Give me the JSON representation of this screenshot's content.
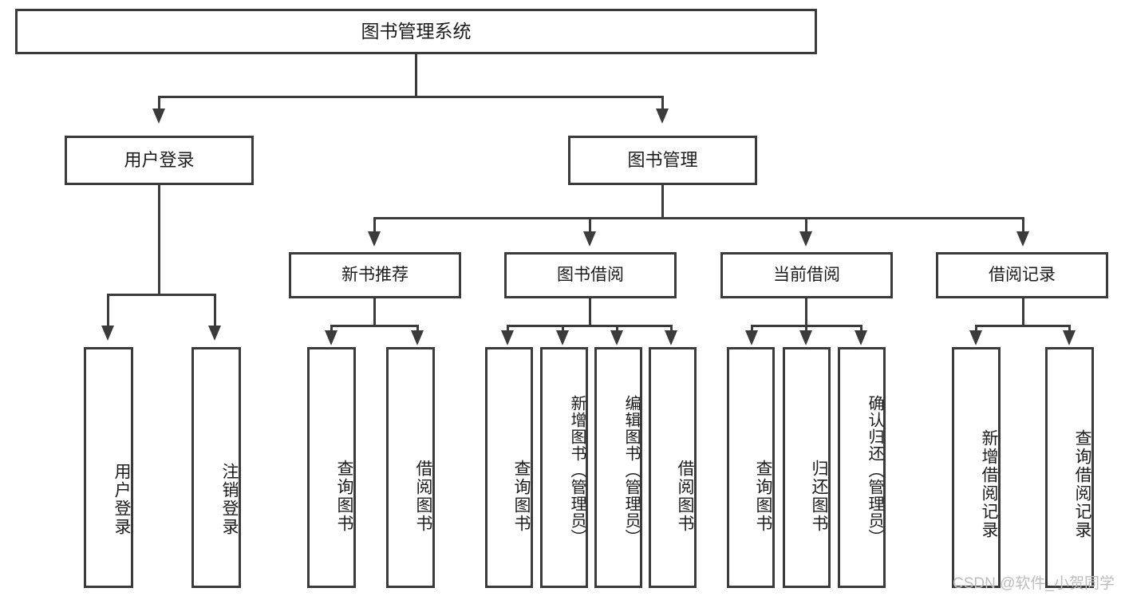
{
  "diagram": {
    "title": "图书管理系统",
    "type": "tree",
    "watermark": "CSDN @软件_小贺同学",
    "stroke_color": "#3b3b3b",
    "fill_color": "#ffffff",
    "text_color": "#1c1c1c",
    "watermark_color": "#bdbdbd"
  },
  "root": {
    "label": "图书管理系统"
  },
  "level1": [
    {
      "label": "用户登录"
    },
    {
      "label": "图书管理"
    }
  ],
  "level2": [
    {
      "label": "新书推荐"
    },
    {
      "label": "图书借阅"
    },
    {
      "label": "当前借阅"
    },
    {
      "label": "借阅记录"
    }
  ],
  "leaves": {
    "user_login": [
      {
        "label": "用户登录"
      },
      {
        "label": "注销登录"
      }
    ],
    "new_book_recommend": [
      {
        "label": "查询图书"
      },
      {
        "label": "借阅图书"
      }
    ],
    "book_borrow": [
      {
        "label": "查询图书"
      },
      {
        "label": "新增图书（管理员）"
      },
      {
        "label": "编辑图书（管理员）"
      },
      {
        "label": "借阅图书"
      }
    ],
    "current_borrow": [
      {
        "label": "查询图书"
      },
      {
        "label": "归还图书"
      },
      {
        "label": "确认归还（管理员）"
      }
    ],
    "borrow_records": [
      {
        "label": "新增借阅记录"
      },
      {
        "label": "查询借阅记录"
      }
    ]
  }
}
